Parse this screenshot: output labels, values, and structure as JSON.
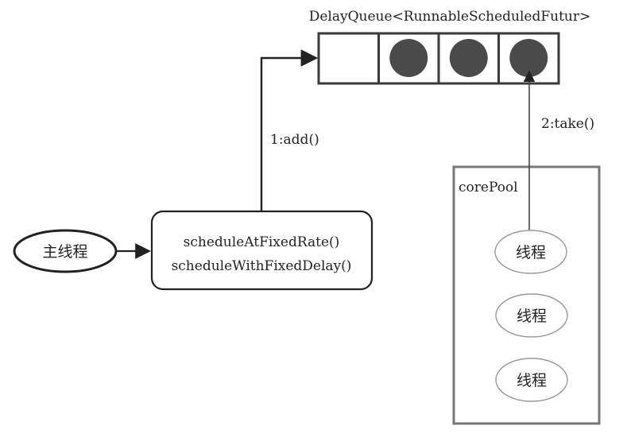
{
  "queue": {
    "title": "DelayQueue<RunnableScheduledFutur>",
    "slots": [
      {
        "filled": false
      },
      {
        "filled": true
      },
      {
        "filled": true
      },
      {
        "filled": true
      }
    ]
  },
  "main_thread": {
    "label": "主线程"
  },
  "scheduler": {
    "line1": "scheduleAtFixedRate()",
    "line2": "scheduleWithFixedDelay()"
  },
  "arrows": {
    "add_label": "1:add()",
    "take_label": "2:take()"
  },
  "pool": {
    "title": "corePool",
    "threads": [
      {
        "label": "线程"
      },
      {
        "label": "线程"
      },
      {
        "label": "线程"
      }
    ]
  },
  "colors": {
    "line": "#222222",
    "pool_border": "#777777",
    "ball": "#4a4a4a",
    "thread_border": "#999999"
  }
}
